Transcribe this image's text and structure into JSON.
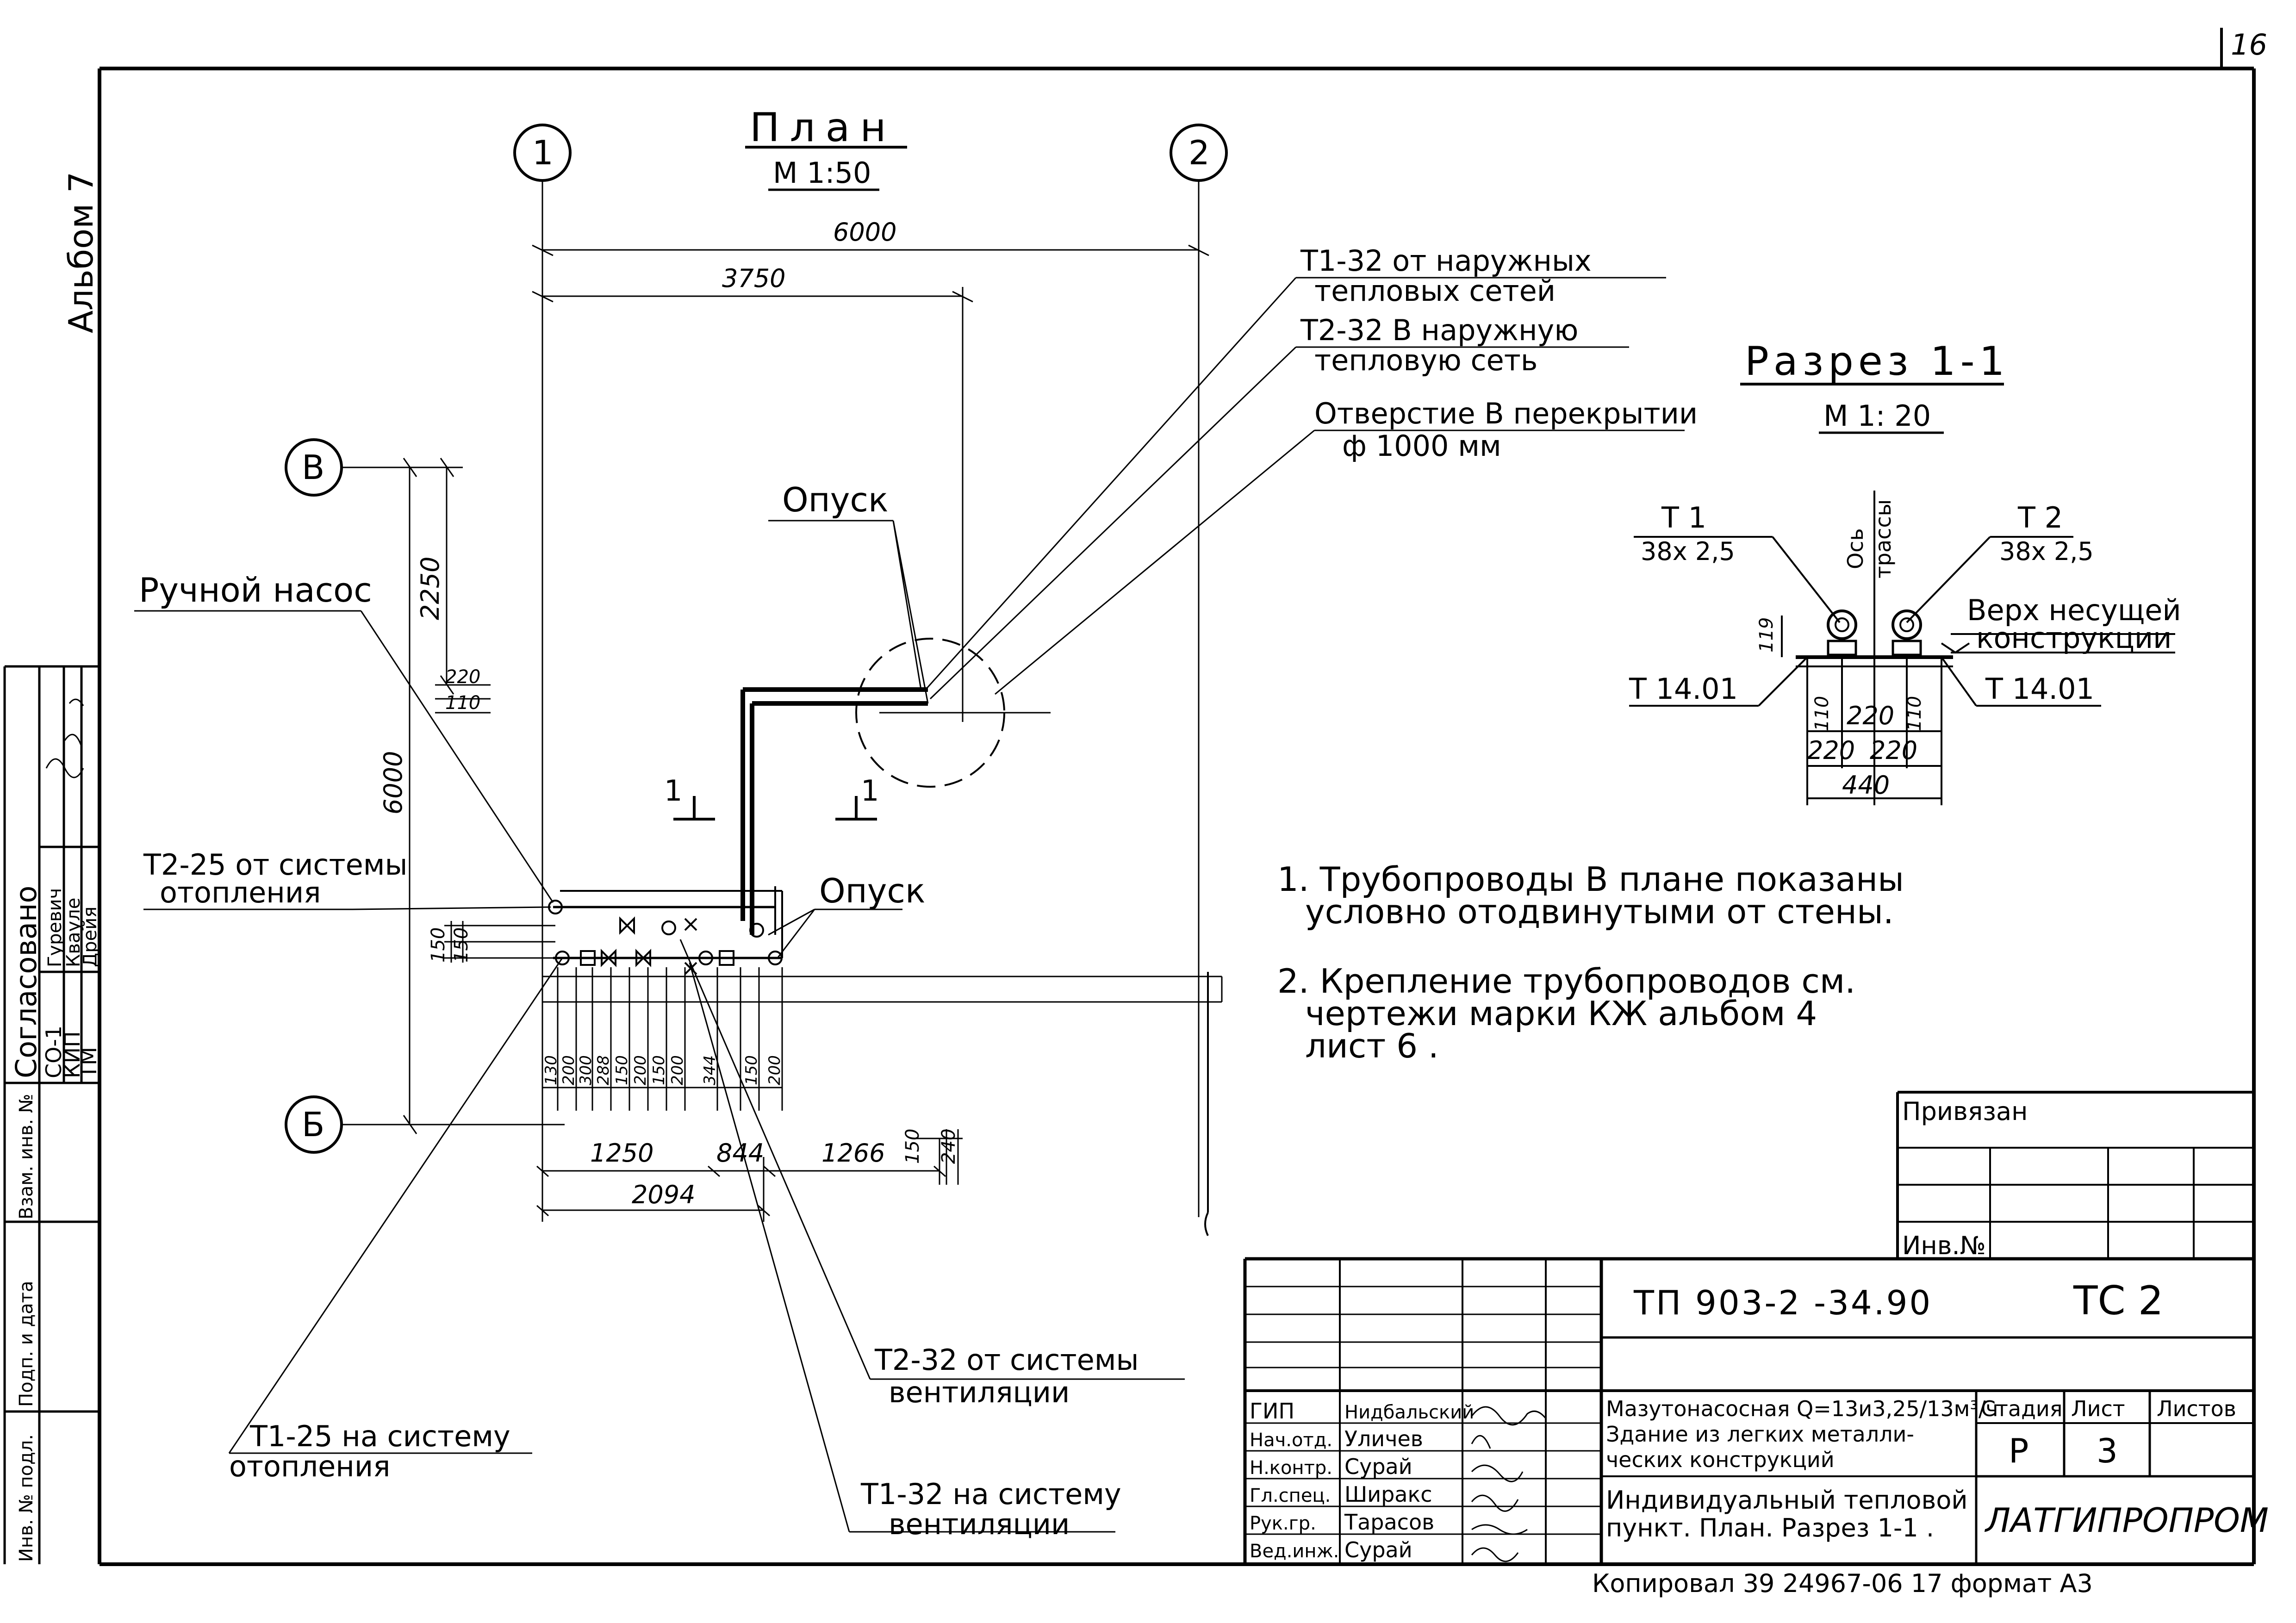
{
  "sheet": {
    "page_number": "16",
    "album": "Альбом 7",
    "copy_line": "Копировал 39  24967-06  17  формат А3"
  },
  "plan": {
    "title": "План",
    "scale": "М 1:50",
    "axis_1": "1",
    "axis_2": "2",
    "axis_v": "В",
    "axis_b": "Б",
    "dim_6000_top": "6000",
    "dim_3750": "3750",
    "dim_6000_left": "6000",
    "dim_2250": "2250",
    "dim_220": "220",
    "dim_110": "110",
    "dim_150_a": "150",
    "dim_150_b": "150",
    "dim_1250": "1250",
    "dim_844": "844",
    "dim_1266": "1266",
    "dim_2094": "2094",
    "dim_150_r": "150",
    "dim_240": "240",
    "small_dims": [
      "130",
      "200",
      "300",
      "288",
      "150",
      "200",
      "150",
      "200",
      "344",
      "150",
      "200"
    ],
    "section_left": "1",
    "section_right": "1",
    "labels": {
      "manual_pump": "Ручной насос",
      "t2_25": "Т2-25 от системы",
      "t2_25_b": "отопления",
      "opusk_top": "Опуск",
      "opusk_bottom": "Опуск",
      "t1_32_line1": "Т1-32  от  наружных",
      "t1_32_line2": "тепловых  сетей",
      "t2_32_line1": "Т2-32  В  наружную",
      "t2_32_line2": "тепловую сеть",
      "hole_line1": "Отверстие В перекрытии",
      "hole_line2": "ф  1000  мм",
      "t1_25_line1": "Т1-25  на системy",
      "t1_25_line2": "отопления",
      "t2_32v_line1": "Т2-32  от системы",
      "t2_32v_line2": "вентиляции",
      "t1_32v_line1": "Т1-32  на  системy",
      "t1_32v_line2": "вентиляции"
    }
  },
  "section": {
    "title": "Разрез 1-1",
    "scale": "М 1: 20",
    "t1": "Т 1",
    "t1_size": "38х 2,5",
    "t2": "Т 2",
    "t2_size": "38х 2,5",
    "axis_label_1": "Ось",
    "axis_label_2": "трассы",
    "top_struct_1": "Верх  несущей",
    "top_struct_2": "конструкции",
    "t14_left": "Т 14.01",
    "t14_right": "Т 14.01",
    "d119": "119",
    "d110_l": "110",
    "d220_c": "220",
    "d110_r": "110",
    "d220_l": "220",
    "d220_r": "220",
    "d440": "440"
  },
  "notes": {
    "n1_line1": "1. Трубопроводы В плане показаны",
    "n1_line2": "условно  отодвинутыми от стены.",
    "n2_line1": "2. Крепление   трубопроводов  см.",
    "n2_line2": "чертежи  марки  КЖ  альбом 4",
    "n2_line3": "лист 6 ."
  },
  "binding": {
    "title": "Привязан",
    "inv": "Инв.№"
  },
  "left_strip": {
    "approved": "Согласовано",
    "rows": [
      [
        "СО-1",
        "Гуревич"
      ],
      [
        "КИП",
        "Кваулe"
      ],
      [
        "ТМ",
        "Дрейя"
      ]
    ],
    "inv_vzam": "Взам. инв. №",
    "sign_date": "Подп. и дата",
    "inv_orig": "Инв. № подл."
  },
  "titleblock": {
    "code": "ТП  903-2 -34.90",
    "mark": "ТС 2",
    "roles": [
      "ГИП",
      "Нач.отд.",
      "Н.контр.",
      "Гл.спец.",
      "Рук.гр.",
      "Вед.инж."
    ],
    "names": [
      "Нидбальский",
      "Уличев",
      "Сурай",
      "Шиpакс",
      "Тарасов",
      "Сурай"
    ],
    "object_line1": "Мазутонасосная Q=13и3,25/13м³/ч",
    "object_line2": "Здание из легких металли-",
    "object_line3": "ческих  конструкций",
    "sheet_line1": "Индивидуальный тепловой",
    "sheet_line2": "пункт. План. Разрез 1-1 .",
    "stage_h": "Стадия",
    "sheet_h": "Лист",
    "sheets_h": "Листов",
    "stage": "Р",
    "sheet_no": "3",
    "org": "ЛАТГИПРОПРОМ"
  }
}
